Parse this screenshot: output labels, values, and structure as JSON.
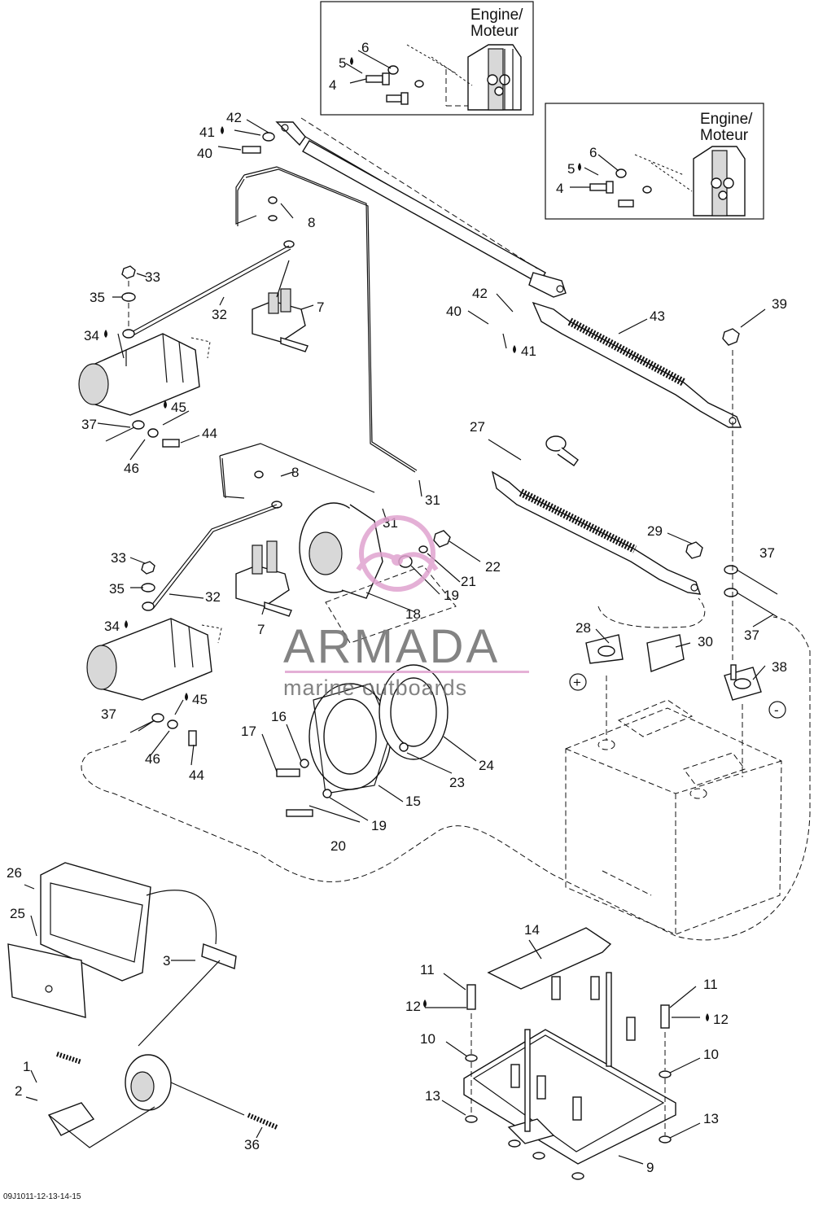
{
  "engine_label_1": "Engine/",
  "engine_label_2": "Moteur",
  "diagram_code": "09J1011-12-13-14-15",
  "watermark": {
    "brand": "ARMADA",
    "tagline": "marine outboards"
  },
  "polarity": {
    "positive": "+",
    "negative": "-"
  },
  "callouts": {
    "c1": "1",
    "c2": "2",
    "c3": "3",
    "c4a": "4",
    "c4b": "4",
    "c5a": "5",
    "c5b": "5",
    "c6a": "6",
    "c6b": "6",
    "c7a": "7",
    "c7b": "7",
    "c8a": "8",
    "c8b": "8",
    "c9": "9",
    "c10a": "10",
    "c10b": "10",
    "c11a": "11",
    "c11b": "11",
    "c12a": "12",
    "c12b": "12",
    "c13a": "13",
    "c13b": "13",
    "c14": "14",
    "c15": "15",
    "c16": "16",
    "c17": "17",
    "c18": "18",
    "c19a": "19",
    "c19b": "19",
    "c20": "20",
    "c21": "21",
    "c22": "22",
    "c23": "23",
    "c24": "24",
    "c25": "25",
    "c26": "26",
    "c27": "27",
    "c28": "28",
    "c29": "29",
    "c30": "30",
    "c31a": "31",
    "c31b": "31",
    "c32a": "32",
    "c32b": "32",
    "c33a": "33",
    "c33b": "33",
    "c34a": "34",
    "c34b": "34",
    "c35a": "35",
    "c35b": "35",
    "c36": "36",
    "c37a": "37",
    "c37b": "37",
    "c37c": "37",
    "c37d": "37",
    "c38": "38",
    "c39": "39",
    "c40a": "40",
    "c40b": "40",
    "c41a": "41",
    "c41b": "41",
    "c42a": "42",
    "c42b": "42",
    "c43": "43",
    "c44a": "44",
    "c44b": "44",
    "c45a": "45",
    "c45b": "45",
    "c46a": "46",
    "c46b": "46"
  }
}
